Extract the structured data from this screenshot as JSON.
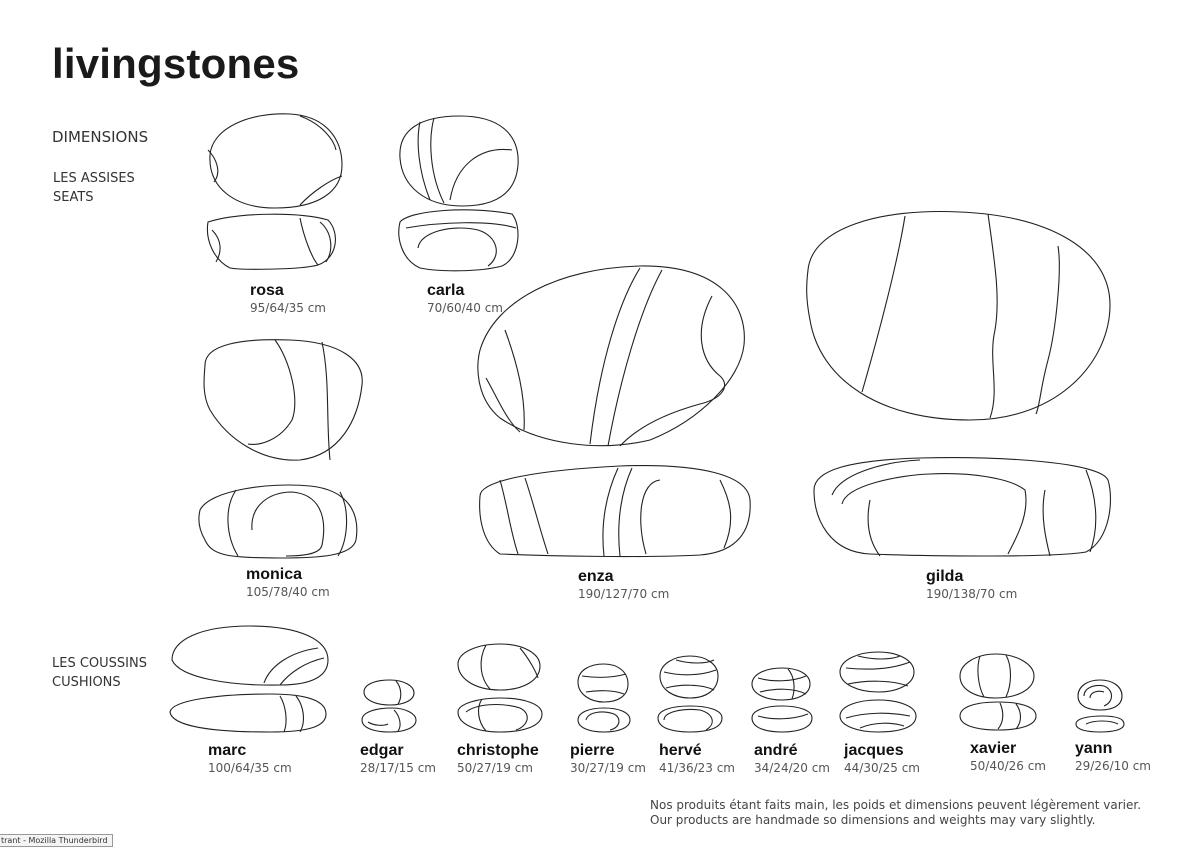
{
  "title": "livingstones",
  "dimensions_heading": "DIMENSIONS",
  "seats_heading": {
    "fr": "LES ASSISES",
    "en": "SEATS"
  },
  "cushions_heading": {
    "fr": "LES COUSSINS",
    "en": "CUSHIONS"
  },
  "products": {
    "rosa": {
      "name": "rosa",
      "dims": "95/64/35 cm"
    },
    "carla": {
      "name": "carla",
      "dims": "70/60/40 cm"
    },
    "monica": {
      "name": "monica",
      "dims": "105/78/40 cm"
    },
    "enza": {
      "name": "enza",
      "dims": "190/127/70 cm"
    },
    "gilda": {
      "name": "gilda",
      "dims": "190/138/70 cm"
    },
    "marc": {
      "name": "marc",
      "dims": "100/64/35 cm"
    },
    "edgar": {
      "name": "edgar",
      "dims": "28/17/15 cm"
    },
    "christophe": {
      "name": "christophe",
      "dims": "50/27/19 cm"
    },
    "pierre": {
      "name": "pierre",
      "dims": "30/27/19 cm"
    },
    "herve": {
      "name": "hervé",
      "dims": "41/36/23 cm"
    },
    "andre": {
      "name": "andré",
      "dims": "34/24/20 cm"
    },
    "jacques": {
      "name": "jacques",
      "dims": "44/30/25 cm"
    },
    "xavier": {
      "name": "xavier",
      "dims": "50/40/26 cm"
    },
    "yann": {
      "name": "yann",
      "dims": "29/26/10 cm"
    }
  },
  "footnote": {
    "fr": "Nos produits étant faits main, les poids et dimensions peuvent légèrement varier.",
    "en": "Our products are handmade so dimensions and weights may vary slightly."
  },
  "taskbar_fragment": "trant - Mozilla Thunderbird"
}
